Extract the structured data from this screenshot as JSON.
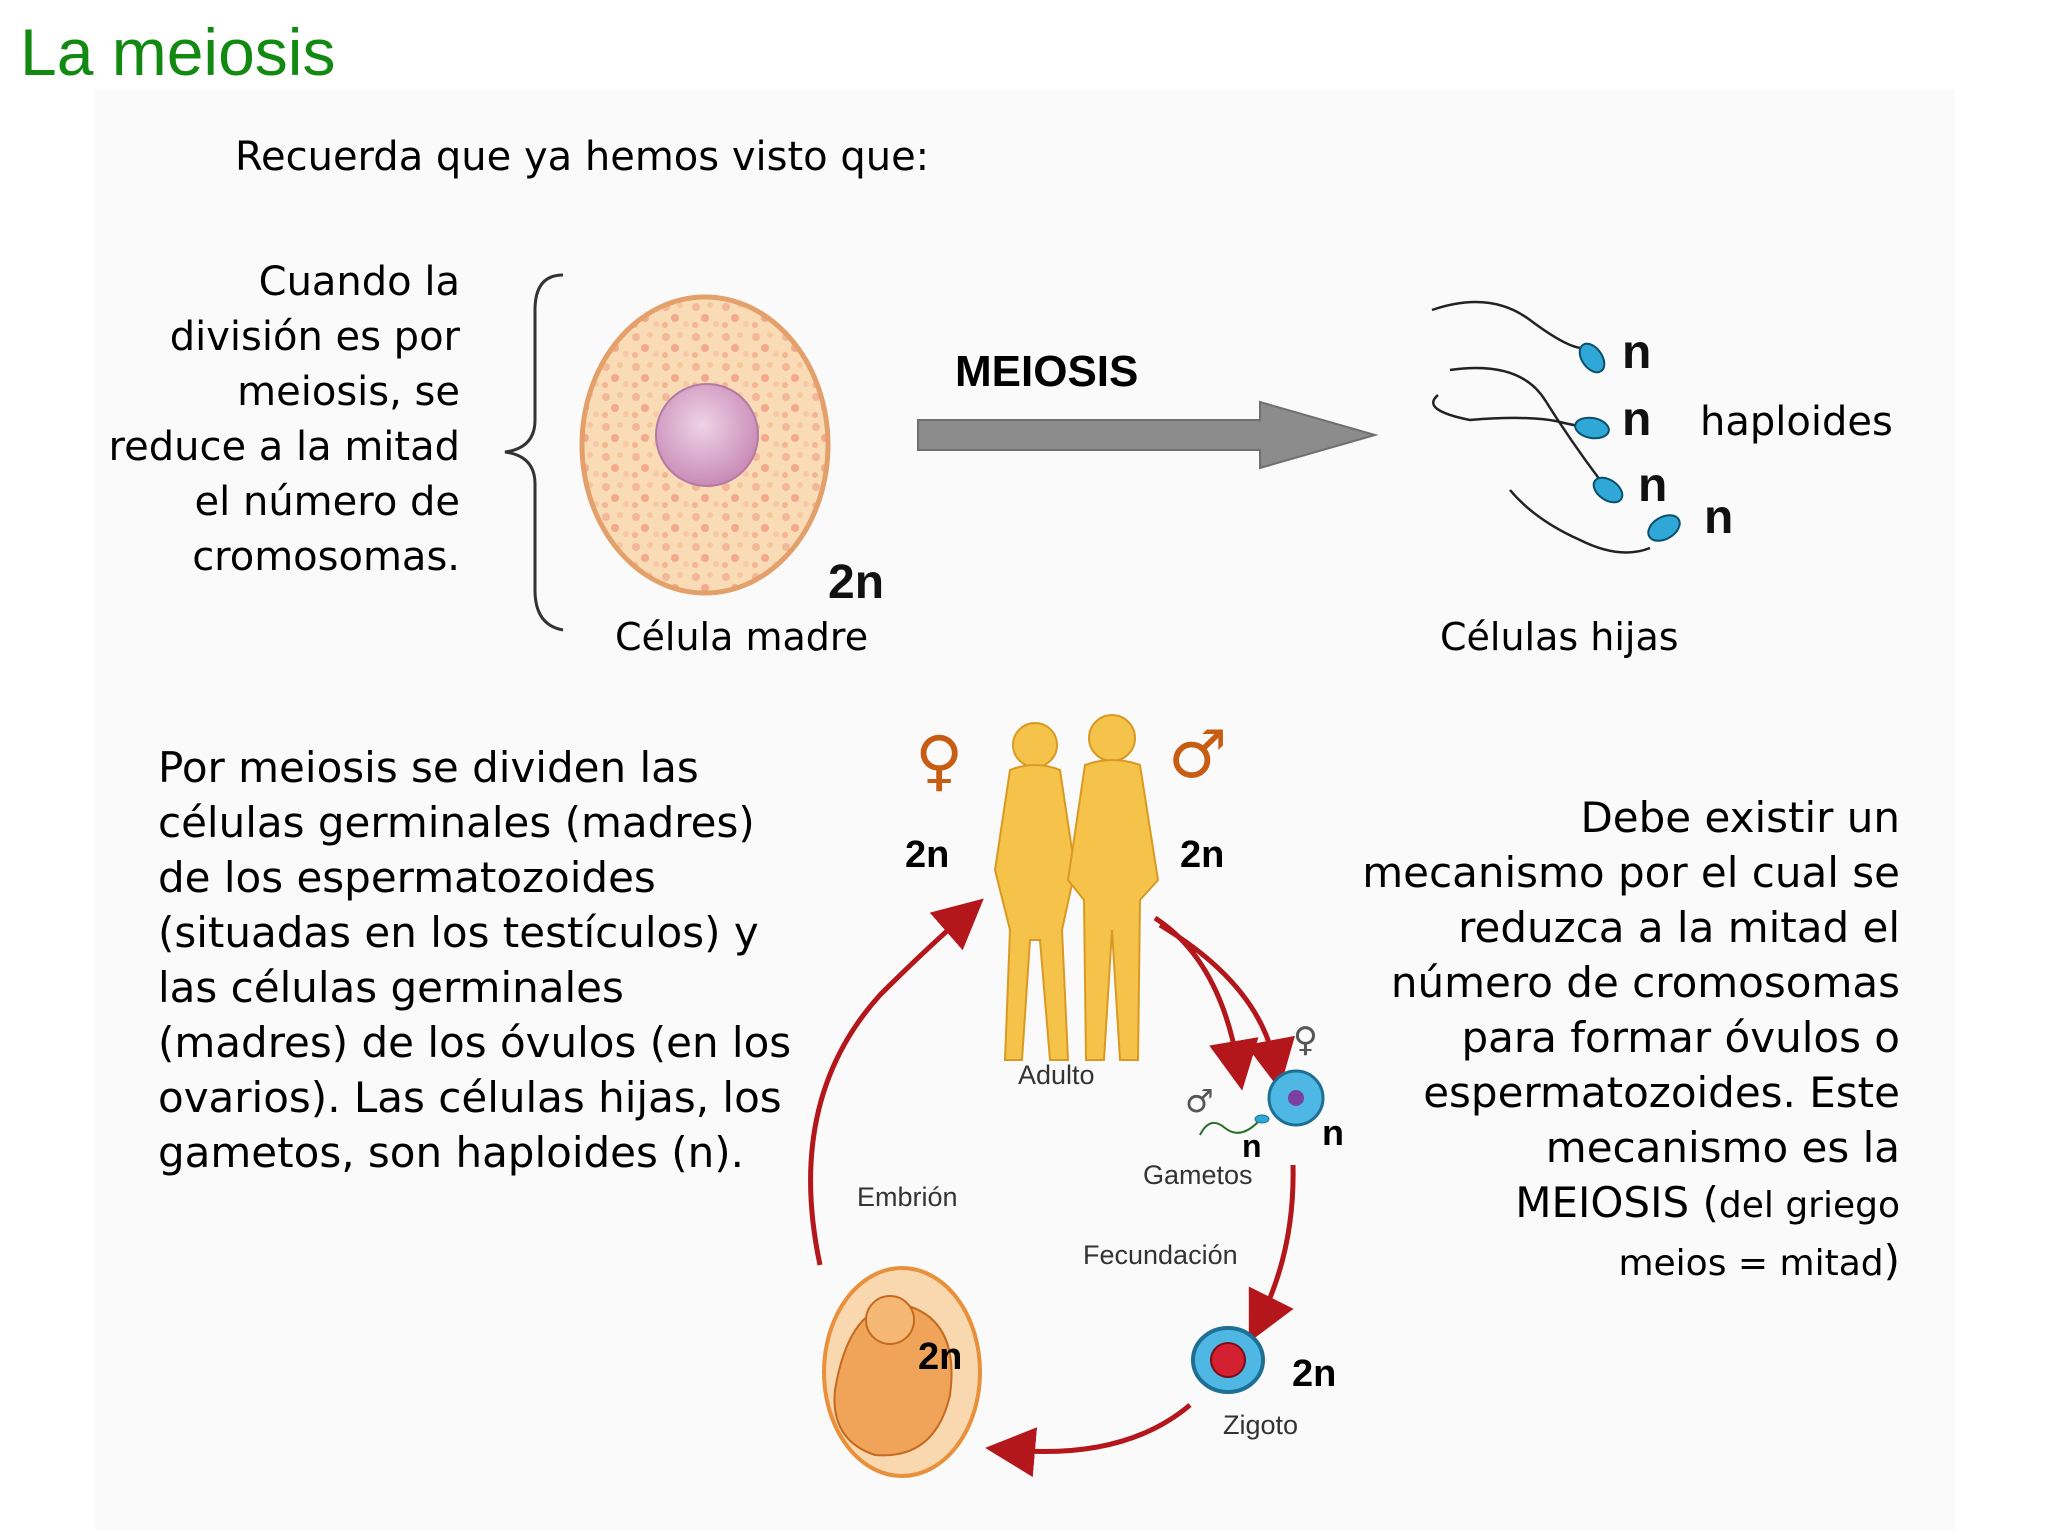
{
  "title": "La meiosis",
  "recall": "Recuerda que ya hemos visto que:",
  "left_text": "Cuando la\ndivisión es por\nmeiosis, se\nreduce a la mitad\nel número de\ncromosomas.",
  "mother_cell": {
    "label": "Célula madre",
    "ploidy": "2n"
  },
  "arrow_label": "MEIOSIS",
  "daughter_cells": {
    "label": "Células hijas",
    "ploidies": [
      "n",
      "n",
      "n",
      "n"
    ],
    "haploid_label": "haploides"
  },
  "paragraph_left": "Por meiosis se dividen las\ncélulas germinales (madres)\nde los espermatozoides\n(situadas en los testículos) y\nlas células germinales\n(madres) de los óvulos (en los\novarios). Las células hijas, los\ngametos, son haploides (n).",
  "paragraph_right_main": "Debe existir un\nmecanismo por el cual se\nreduzca a la mitad el\nnúmero de cromosomas\npara formar óvulos o\nespermatozoides. Este\nmecanismo es la\nMEIOSIS (",
  "paragraph_right_small1": "del griego",
  "paragraph_right_small2": "meios = mitad",
  "paragraph_right_close": ")",
  "cycle": {
    "female_symbol": "♀",
    "male_symbol": "♂",
    "adult_label": "Adulto",
    "adult_female_ploidy": "2n",
    "adult_male_ploidy": "2n",
    "gametes_label": "Gametos",
    "sperm_ploidy": "n",
    "egg_ploidy": "n",
    "egg_symbol": "♀",
    "sperm_symbol": "♂",
    "fertilization_label": "Fecundación",
    "zygote_label": "Zigoto",
    "zygote_ploidy": "2n",
    "embryo_label": "Embrión",
    "embryo_ploidy": "2n"
  },
  "colors": {
    "title": "#128a12",
    "arrow_gray": "#8c8c8c",
    "cycle_red": "#b3161b",
    "skin": "#f5c24a",
    "cell_fill": "#f7d3a4",
    "nucleus": "#d9a8cc",
    "sperm_blue": "#2fa8d8"
  }
}
